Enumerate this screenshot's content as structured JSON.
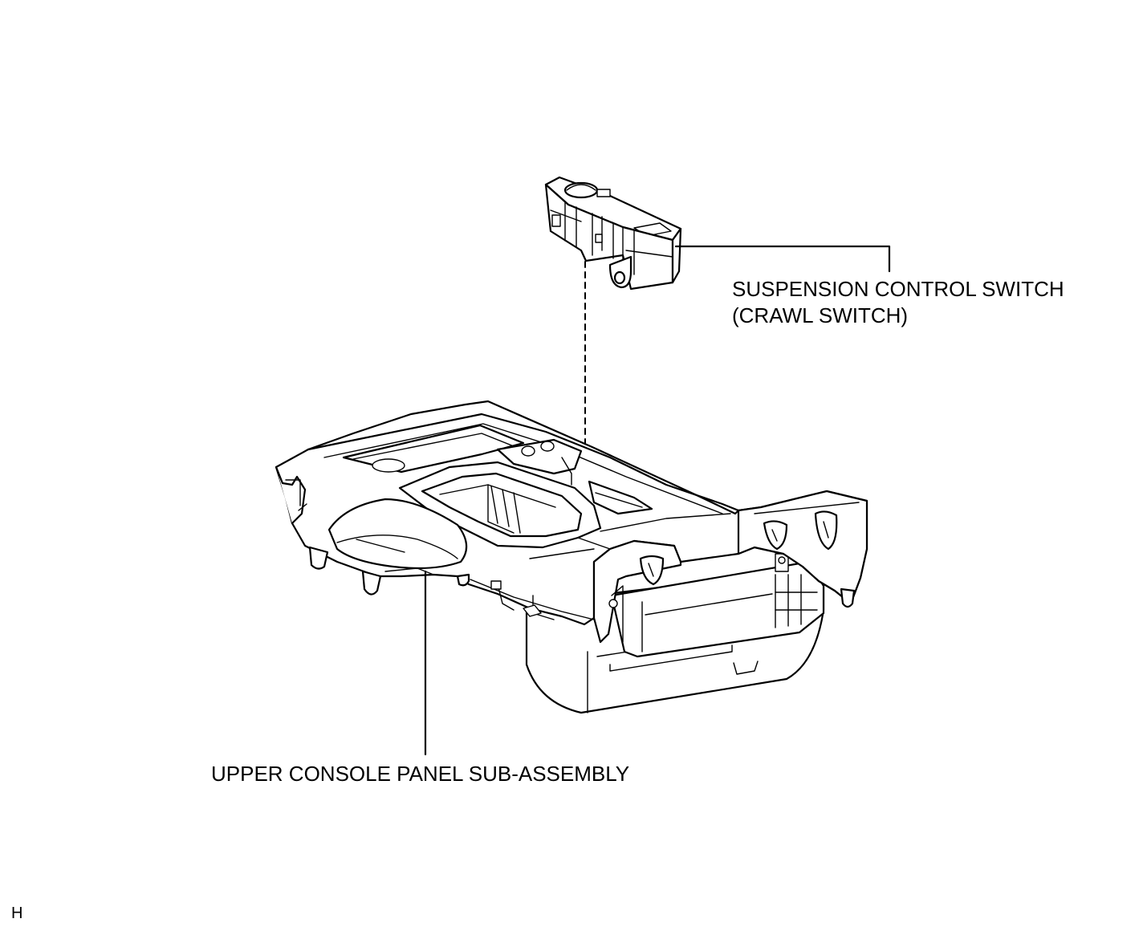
{
  "labels": {
    "switch_line1": "SUSPENSION CONTROL SWITCH",
    "switch_line2": "(CRAWL SWITCH)",
    "panel": "UPPER CONSOLE PANEL SUB-ASSEMBLY",
    "code": "H"
  },
  "colors": {
    "ink": "#000000",
    "background": "#ffffff"
  }
}
